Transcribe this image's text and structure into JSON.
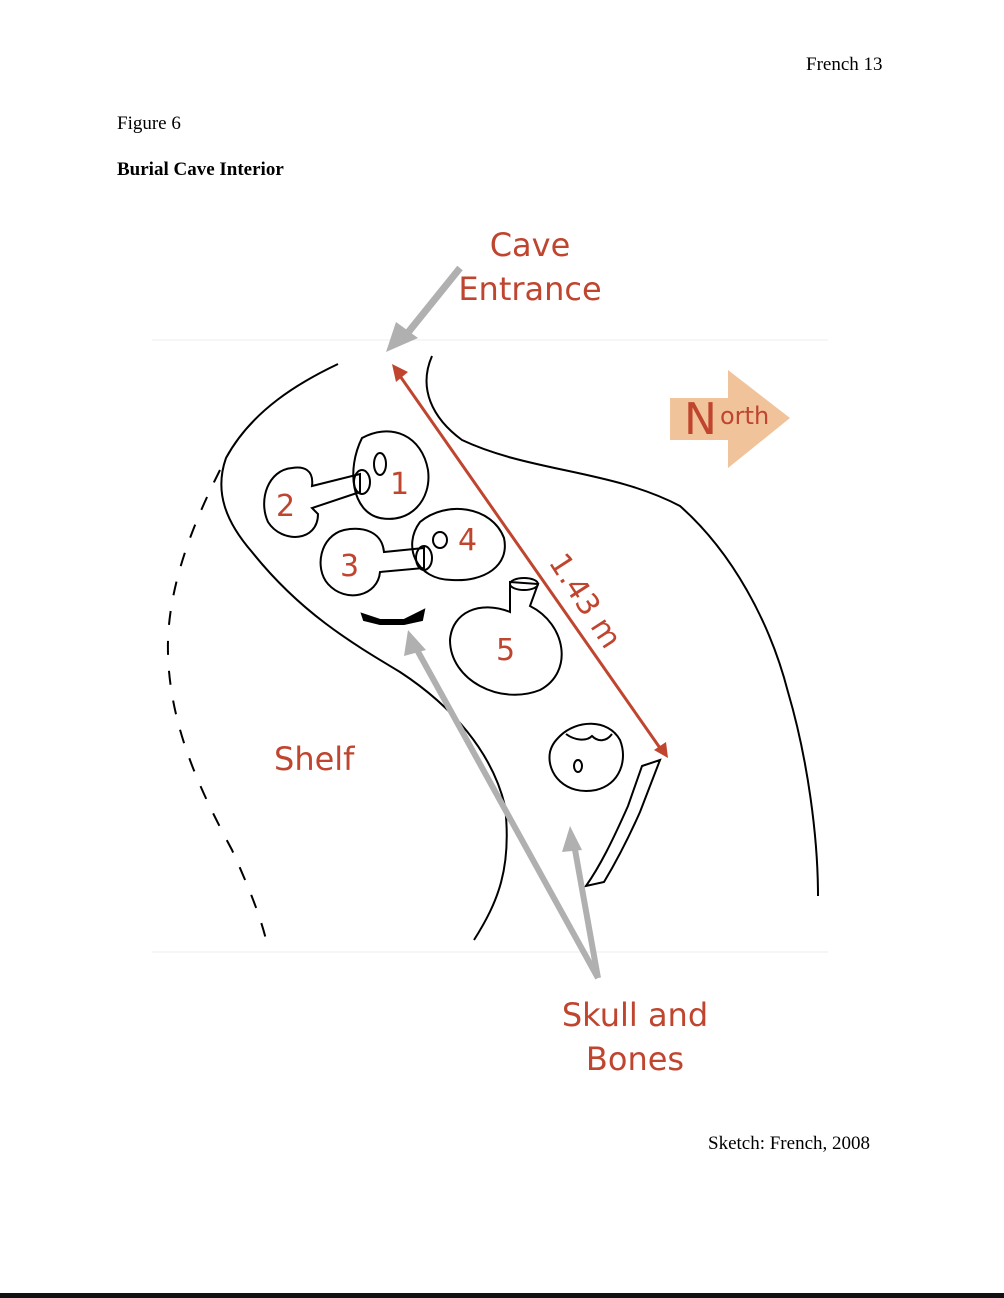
{
  "header": {
    "page_label": "French 13"
  },
  "figure": {
    "number_label": "Figure 6",
    "title": "Burial Cave Interior",
    "credit": "Sketch: French, 2008"
  },
  "sketch": {
    "entrance_label_line1": "Cave",
    "entrance_label_line2": "Entrance",
    "north_label_initial": "N",
    "north_label_rest": "orth",
    "measurement_label": "1.43 m",
    "shelf_label": "Shelf",
    "skull_label_line1": "Skull and",
    "skull_label_line2": "Bones",
    "pot_numbers": [
      "1",
      "2",
      "3",
      "4",
      "5"
    ],
    "colors": {
      "label_red": "#c0452f",
      "north_orange": "#f0c39a",
      "arrow_gray": "#b0b0b0",
      "line_black": "#000000"
    }
  }
}
